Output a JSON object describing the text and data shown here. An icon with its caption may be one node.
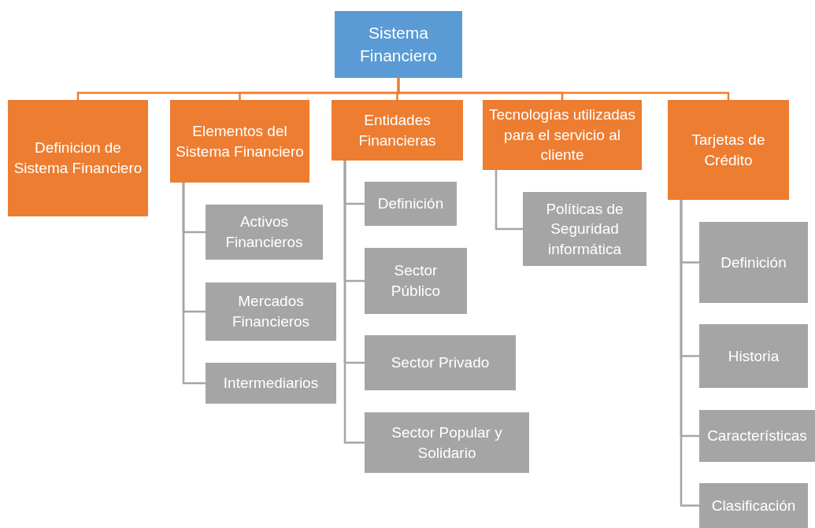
{
  "diagram": {
    "nodes": [
      {
        "text": [
          "Sistema Financiero"
        ]
      },
      {
        "text": [
          "Definicion de Sistema Financiero"
        ]
      },
      {
        "text": [
          "Elementos del Sistema Financiero"
        ]
      },
      {
        "text": [
          "Activos Financieros"
        ]
      },
      {
        "text": [
          "Mercados Financieros"
        ]
      },
      {
        "text": [
          "Intermediarios"
        ]
      },
      {
        "text": [
          "Entidades Financieras"
        ]
      },
      {
        "text": [
          "Definición"
        ]
      },
      {
        "text": [
          "Sector Público"
        ]
      },
      {
        "text": [
          "Sector Privado"
        ]
      },
      {
        "text": [
          "Sector Popular y Solidario"
        ]
      },
      {
        "text": [
          "Tecnologías utilizadas para el servicio al cliente"
        ]
      },
      {
        "text": [
          "Políticas de Seguridad informática"
        ]
      },
      {
        "text": [
          "Tarjetas de Crédito"
        ]
      },
      {
        "text": [
          "Definición"
        ]
      },
      {
        "text": [
          "Historia"
        ]
      },
      {
        "text": [
          "Características"
        ]
      },
      {
        "text": [
          "Clasificación"
        ]
      }
    ],
    "edges": [
      {
        "from": 0,
        "to": 1,
        "arrow": "none",
        "color": "#ed7d31"
      },
      {
        "from": 0,
        "to": 2,
        "arrow": "none",
        "color": "#ed7d31"
      },
      {
        "from": 0,
        "to": 6,
        "arrow": "none",
        "color": "#ed7d31"
      },
      {
        "from": 0,
        "to": 11,
        "arrow": "none",
        "color": "#ed7d31"
      },
      {
        "from": 0,
        "to": 13,
        "arrow": "none",
        "color": "#ed7d31"
      },
      {
        "from": 2,
        "to": 3,
        "arrow": "none"
      },
      {
        "from": 2,
        "to": 4,
        "arrow": "none"
      },
      {
        "from": 2,
        "to": 5,
        "arrow": "none"
      },
      {
        "from": 6,
        "to": 7,
        "arrow": "none"
      },
      {
        "from": 6,
        "to": 8,
        "arrow": "none"
      },
      {
        "from": 6,
        "to": 9,
        "arrow": "none"
      },
      {
        "from": 6,
        "to": 10,
        "arrow": "none"
      },
      {
        "from": 11,
        "to": 12,
        "arrow": "none"
      },
      {
        "from": 13,
        "to": 14,
        "arrow": "none"
      },
      {
        "from": 13,
        "to": 15,
        "arrow": "none"
      },
      {
        "from": 13,
        "to": 16,
        "arrow": "none"
      },
      {
        "from": 13,
        "to": 17,
        "arrow": "none"
      }
    ]
  }
}
